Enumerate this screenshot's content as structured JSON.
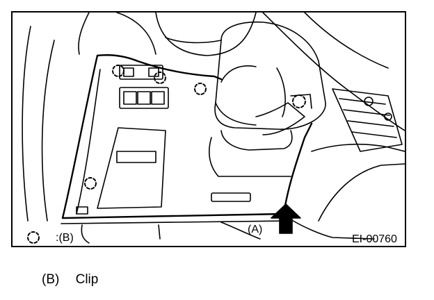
{
  "figure": {
    "legend_symbol_code": ":(B)",
    "callout_a": "(A)",
    "figure_id": "EI-00760"
  },
  "caption": {
    "code": "(B)",
    "text": "Clip"
  }
}
